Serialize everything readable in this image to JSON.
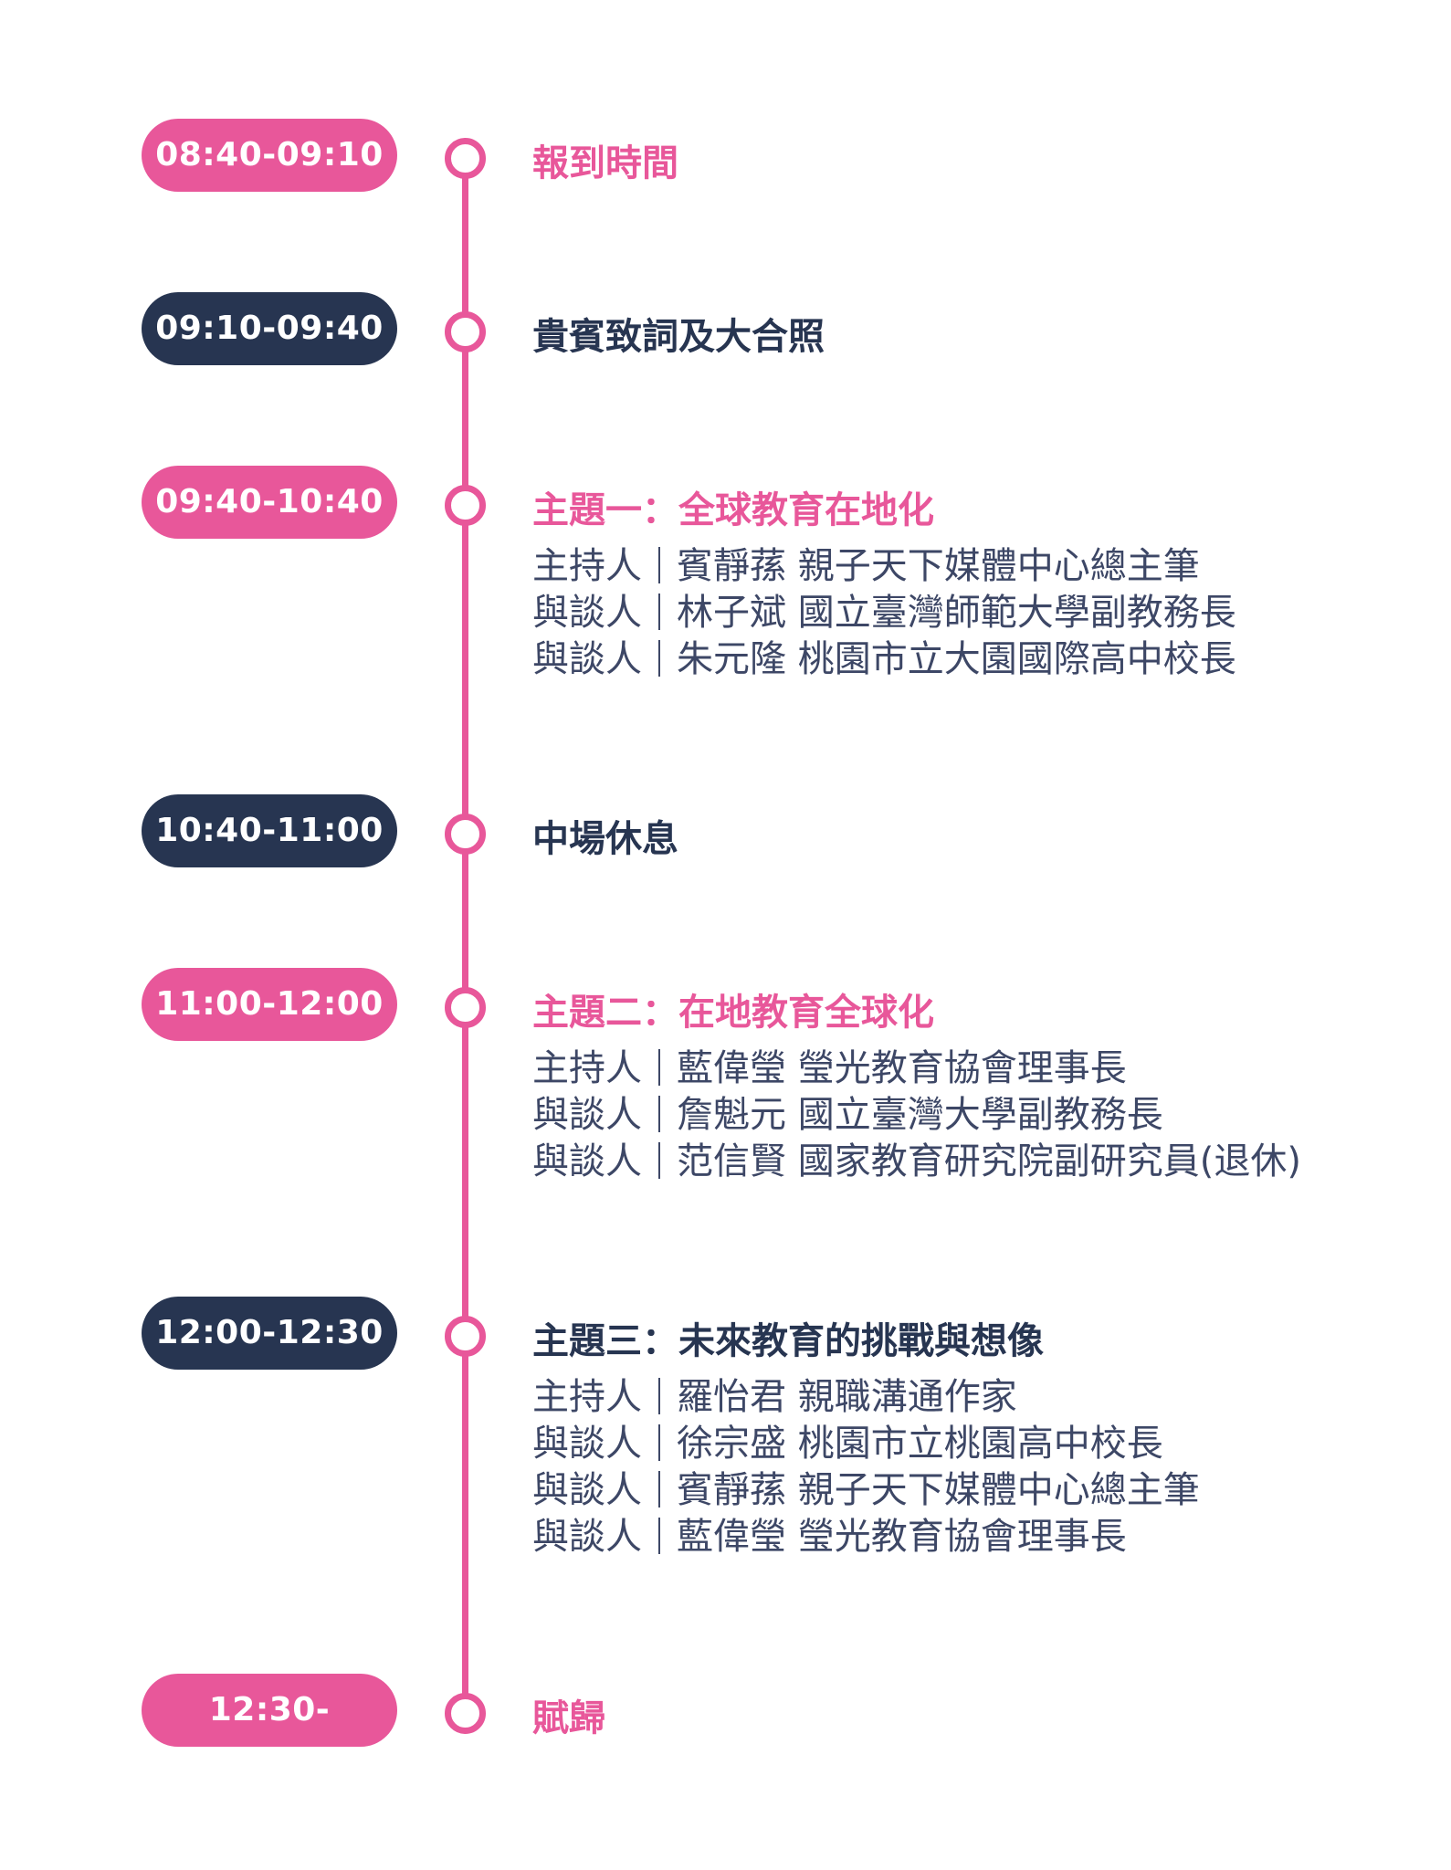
{
  "schedule": [
    {
      "time": "08:40-09:10",
      "title": "報到時間",
      "color": "#e8579a",
      "people": []
    },
    {
      "time": "09:10-09:40",
      "title": "貴賓致詞及大合照",
      "color": "#273551",
      "people": []
    },
    {
      "time": "09:40-10:40",
      "title": "主題一：全球教育在地化",
      "color": "#e8579a",
      "people": [
        {
          "role": "主持人",
          "detail": "賓靜蓀 親子天下媒體中心總主筆"
        },
        {
          "role": "與談人",
          "detail": "林子斌 國立臺灣師範大學副教務長"
        },
        {
          "role": "與談人",
          "detail": "朱元隆 桃園市立大園國際高中校長"
        }
      ]
    },
    {
      "time": "10:40-11:00",
      "title": "中場休息",
      "color": "#273551",
      "people": []
    },
    {
      "time": "11:00-12:00",
      "title": "主題二：在地教育全球化",
      "color": "#e8579a",
      "people": [
        {
          "role": "主持人",
          "detail": "藍偉瑩 瑩光教育協會理事長"
        },
        {
          "role": "與談人",
          "detail": "詹魁元 國立臺灣大學副教務長"
        },
        {
          "role": "與談人",
          "detail": "范信賢 國家教育研究院副研究員(退休)"
        }
      ]
    },
    {
      "time": "12:00-12:30",
      "title": "主題三：未來教育的挑戰與想像",
      "color": "#273551",
      "people": [
        {
          "role": "主持人",
          "detail": "羅怡君 親職溝通作家"
        },
        {
          "role": "與談人",
          "detail": "徐宗盛 桃園市立桃園高中校長"
        },
        {
          "role": "與談人",
          "detail": "賓靜蓀 親子天下媒體中心總主筆"
        },
        {
          "role": "與談人",
          "detail": "藍偉瑩 瑩光教育協會理事長"
        }
      ]
    },
    {
      "time": "12:30-",
      "title": "賦歸",
      "color": "#e8579a",
      "people": []
    }
  ]
}
